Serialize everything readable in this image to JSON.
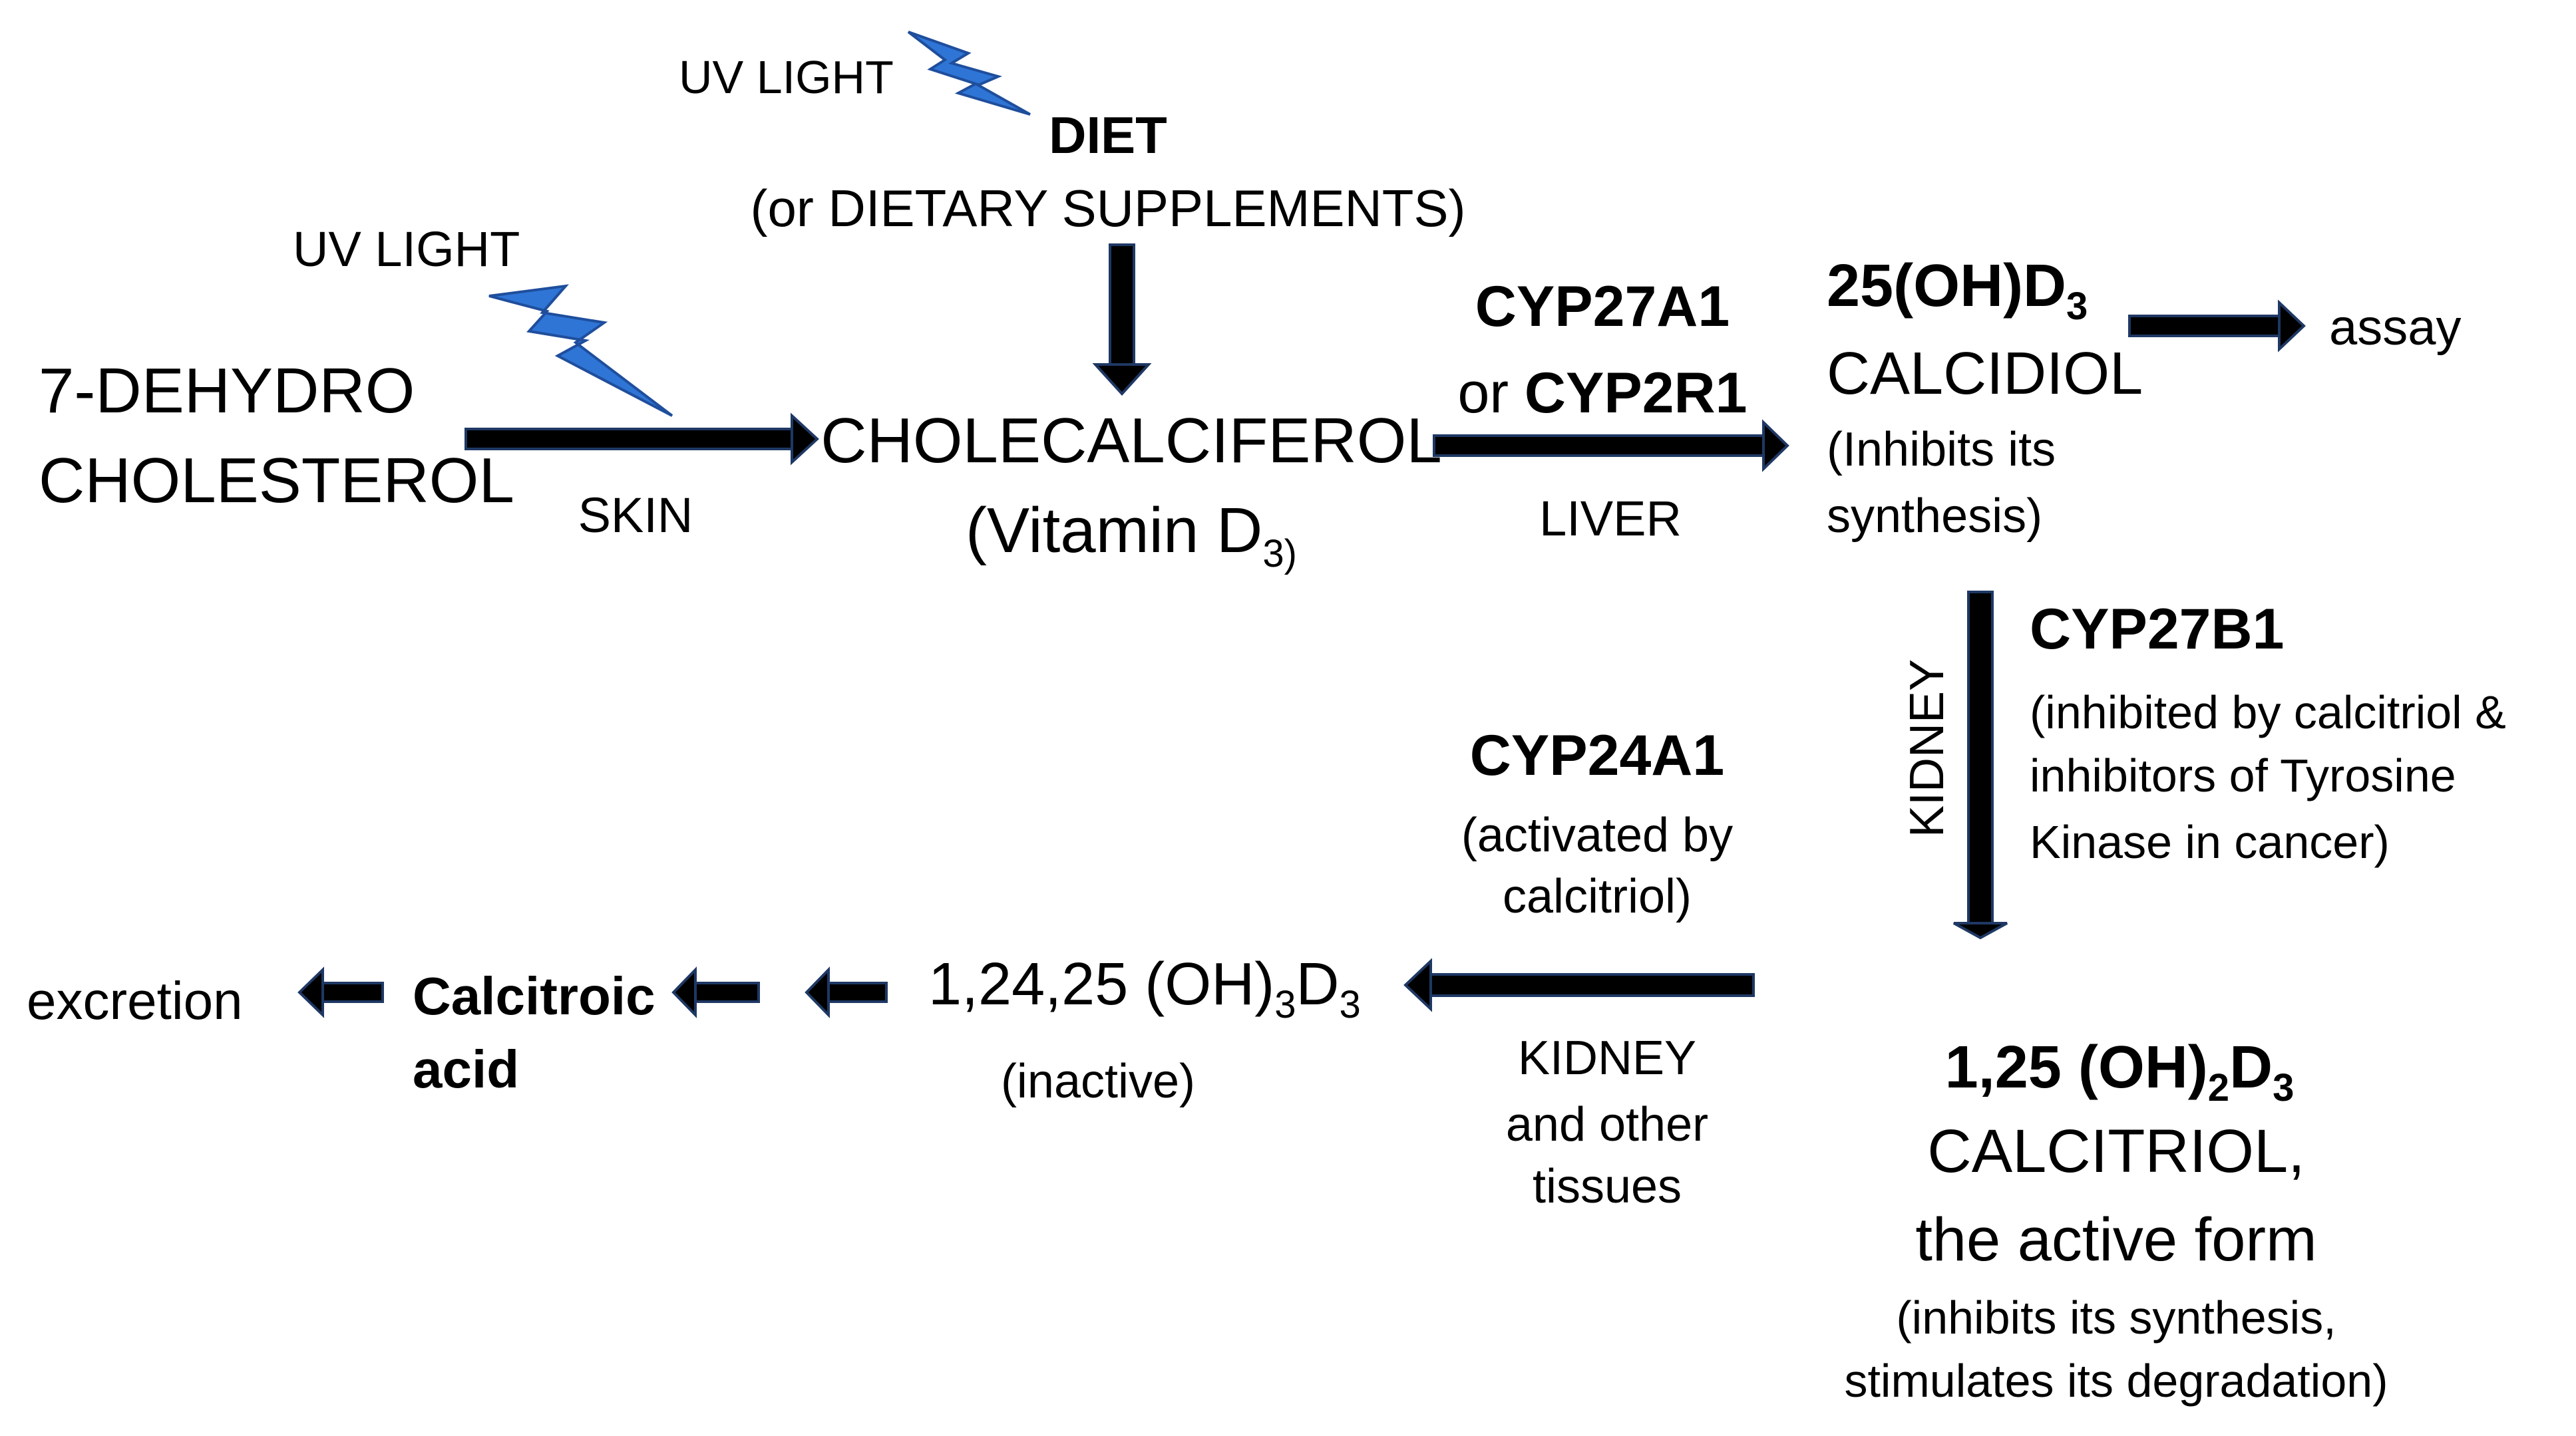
{
  "diagram": {
    "uv_top": "UV LIGHT",
    "diet": "DIET",
    "diet_sub": "(or DIETARY SUPPLEMENTS)",
    "uv_left": "UV LIGHT",
    "precursor_line1": "7-DEHYDRO",
    "precursor_line2": "CHOLESTEROL",
    "skin": "SKIN",
    "chole": "CHOLECALCIFEROL",
    "vitd3_text": "(Vitamin D",
    "vitd3_sub": "3)",
    "enzyme_liver_1": "CYP27A1",
    "enzyme_liver_or": "or ",
    "enzyme_liver_2": "CYP2R1",
    "liver": "LIVER",
    "calcidiol_formula_main": "25(OH)D",
    "calcidiol_formula_sub": "3",
    "calcidiol_name": "CALCIDIOL",
    "calcidiol_note_1": "(Inhibits its",
    "calcidiol_note_2": "synthesis)",
    "assay": "assay",
    "kidney_vertical": "KIDNEY",
    "cyp27b1": "CYP27B1",
    "cyp27b1_note_1": "(inhibited by calcitriol &",
    "cyp27b1_note_2": "inhibitors of Tyrosine",
    "cyp27b1_note_3": "Kinase in cancer)",
    "cyp24a1": "CYP24A1",
    "cyp24a1_note_1": "(activated by",
    "cyp24a1_note_2": "calcitriol)",
    "calcitriol_formula_a": "1,25 (OH)",
    "calcitriol_formula_sub1": "2",
    "calcitriol_formula_b": "D",
    "calcitriol_formula_sub2": "3",
    "calcitriol_name": "CALCITRIOL,",
    "calcitriol_desc": "the active form",
    "calcitriol_note_1": "(inhibits its synthesis,",
    "calcitriol_note_2": "stimulates its degradation)",
    "kidney_tissues_1": "KIDNEY",
    "kidney_tissues_2": "and other",
    "kidney_tissues_3": "tissues",
    "inactive_formula_a": "1,24,25 (OH)",
    "inactive_formula_sub1": "3",
    "inactive_formula_b": "D",
    "inactive_formula_sub2": "3",
    "inactive": "(inactive)",
    "calcitroic_1": "Calcitroic",
    "calcitroic_2": "acid",
    "excretion": "excretion"
  },
  "colors": {
    "arrow_fill": "#000000",
    "arrow_outline": "#1f3864",
    "lightning_fill": "#2e75d6",
    "lightning_outline": "#1f4e9c",
    "text": "#000000"
  }
}
